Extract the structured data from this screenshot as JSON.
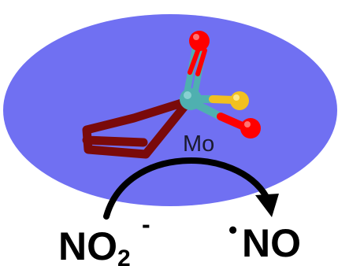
{
  "diagram": {
    "metal_label": "Mo",
    "reactant": {
      "symbol": "NO",
      "subscript": "2",
      "charge": "-"
    },
    "product": {
      "radical_dot": "•",
      "symbol": "NO"
    },
    "colors": {
      "background_ellipse": "#7070f2",
      "molybdenum": "#4fb0b0",
      "oxygen": "#ff0000",
      "sulfur": "#f2c020",
      "ligand_bond": "#7a0a0a",
      "arrow": "#000000"
    }
  }
}
